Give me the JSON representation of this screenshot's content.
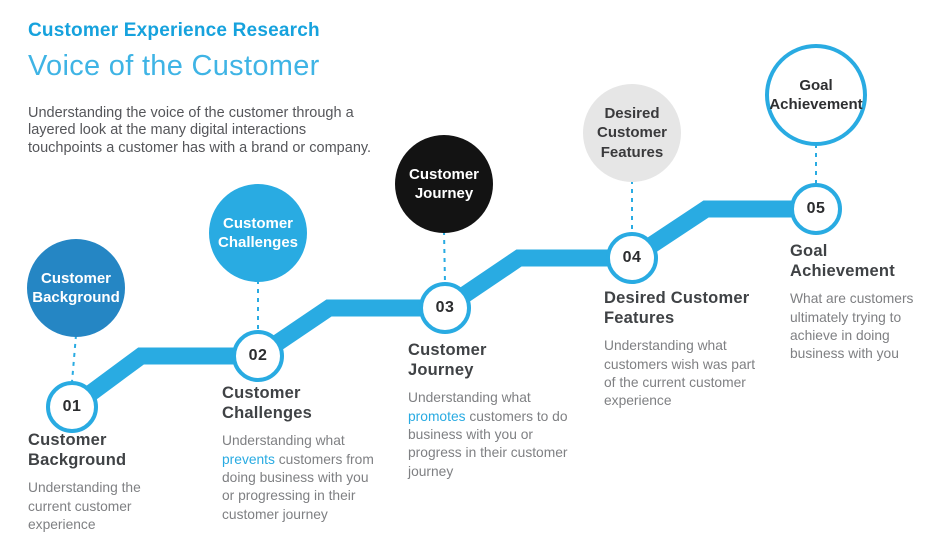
{
  "header": {
    "kicker": "Customer Experience Research",
    "title": "Voice of the Customer",
    "intro": "Understanding the voice of the customer through a\nlayered look at the many digital interactions\ntouchpoints a customer has with a brand or company."
  },
  "colors": {
    "accent_cyan": "#29abe2",
    "kicker_blue": "#16a2dd",
    "title_blue": "#3fb4e5",
    "heading_dark": "#3f4245",
    "body_gray": "#7f8083",
    "intro_gray": "#55565a",
    "step1_bubble_blue": "#2586c4",
    "step3_bubble_black": "#131313",
    "step4_bubble_gray": "#e6e6e6",
    "white": "#ffffff"
  },
  "steps": [
    {
      "number": "01",
      "bubble_label": "Customer\nBackground",
      "bubble_fill": "#2586c4",
      "bubble_text_color": "#ffffff",
      "bubble_border": "",
      "heading": "Customer\nBackground",
      "body": [
        {
          "text": "Understanding the current customer experience"
        }
      ]
    },
    {
      "number": "02",
      "bubble_label": "Customer\nChallenges",
      "bubble_fill": "#29abe2",
      "bubble_text_color": "#ffffff",
      "bubble_border": "",
      "heading": "Customer\nChallenges",
      "body": [
        {
          "text": "Understanding what "
        },
        {
          "text": "prevents",
          "highlight": true
        },
        {
          "text": " customers from doing business with you or progressing in their customer journey"
        }
      ]
    },
    {
      "number": "03",
      "bubble_label": "Customer\nJourney",
      "bubble_fill": "#131313",
      "bubble_text_color": "#ffffff",
      "bubble_border": "",
      "heading": "Customer\nJourney",
      "body": [
        {
          "text": "Understanding what "
        },
        {
          "text": "promotes",
          "highlight": true
        },
        {
          "text": " customers to do business with you or progress in their customer journey"
        }
      ]
    },
    {
      "number": "04",
      "bubble_label": "Desired\nCustomer\nFeatures",
      "bubble_fill": "#e6e6e6",
      "bubble_text_color": "#3a3a3c",
      "bubble_border": "",
      "heading": "Desired Customer\nFeatures",
      "body": [
        {
          "text": "Understanding what customers wish was part of the current customer experience"
        }
      ]
    },
    {
      "number": "05",
      "bubble_label": "Goal\nAchievement",
      "bubble_fill": "#ffffff",
      "bubble_text_color": "#2e2f31",
      "bubble_border": "#29abe2",
      "heading": "Goal\nAchievement",
      "body": [
        {
          "text": "What are customers ultimately trying to achieve in doing business with you"
        }
      ]
    }
  ]
}
